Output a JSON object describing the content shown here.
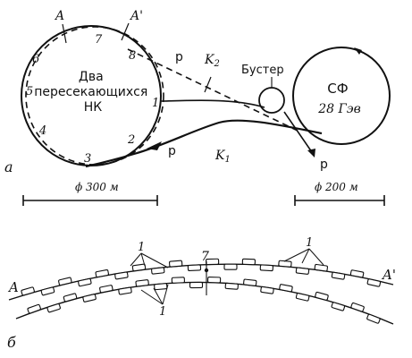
{
  "part_a": {
    "letter": "а",
    "rings_label": "Два\nпересекающихся\nНК",
    "point_A": "A",
    "point_A_prime": "A'",
    "ring_numbers": [
      "1",
      "2",
      "3",
      "4",
      "5",
      "6",
      "7",
      "8"
    ],
    "beam_p": "p",
    "channel_K1": "K",
    "channel_K1_sub": "1",
    "channel_K2": "K",
    "channel_K2_sub": "2",
    "booster_label": "Бустер",
    "sf_label": "СФ",
    "sf_energy": "28 Гэв",
    "scale_rings": "ϕ 300 м",
    "scale_sf": "ϕ 200 м"
  },
  "part_b": {
    "letter": "б",
    "point_A": "A",
    "point_A_prime": "A'",
    "crossing_number": "7",
    "magnet_label": "1"
  }
}
